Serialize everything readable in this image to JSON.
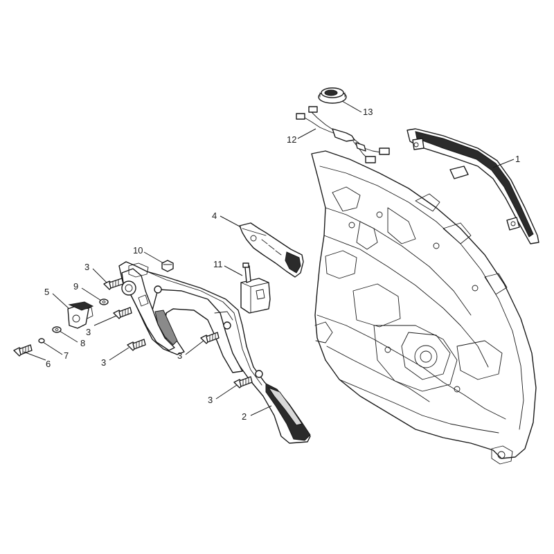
{
  "callouts": {
    "c1": "1",
    "c2": "2",
    "c3a": "3",
    "c3b": "3",
    "c3c": "3",
    "c3d": "3",
    "c3e": "3",
    "c4": "4",
    "c5": "5",
    "c6": "6",
    "c7": "7",
    "c8": "8",
    "c9": "9",
    "c10": "10",
    "c11": "11",
    "c12": "12",
    "c13": "13"
  }
}
